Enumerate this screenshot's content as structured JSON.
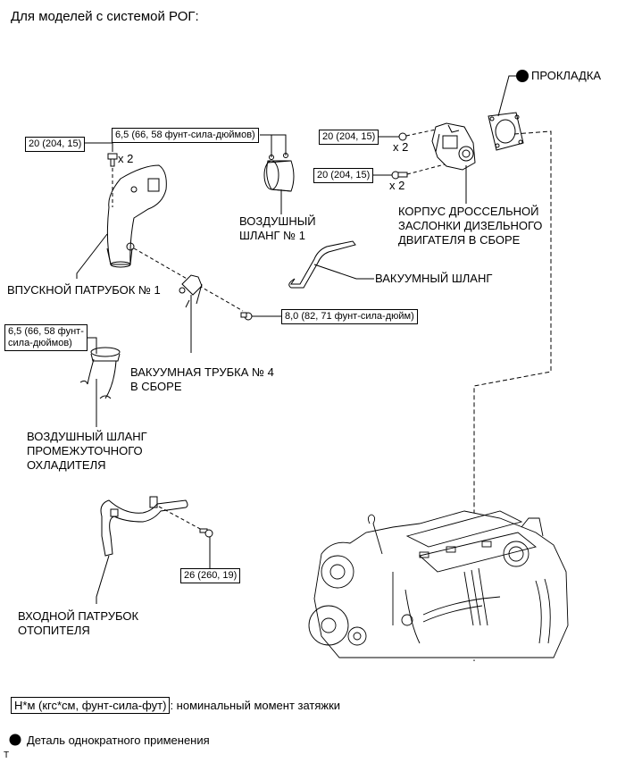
{
  "title": "Для моделей с системой РОГ:",
  "parts": {
    "gasket": "ПРОКЛАДКА",
    "throttle_body": [
      "КОРПУС ДРОССЕЛЬНОЙ",
      "ЗАСЛОНКИ ДИЗЕЛЬНОГО",
      "ДВИГАТЕЛЯ В СБОРЕ"
    ],
    "air_hose_1": [
      "ВОЗДУШНЫЙ",
      "ШЛАНГ № 1"
    ],
    "vacuum_hose": "ВАКУУМНЫЙ ШЛАНГ",
    "intake_pipe_1": "ВПУСКНОЙ ПАТРУБОК № 1",
    "vacuum_tube_4": [
      "ВАКУУМНАЯ ТРУБКА № 4",
      "В СБОРЕ"
    ],
    "intercooler_hose": [
      "ВОЗДУШНЫЙ ШЛАНГ",
      "ПРОМЕЖУТОЧНОГО",
      "ОХЛАДИТЕЛЯ"
    ],
    "heater_inlet": [
      "ВХОДНОЙ ПАТРУБОК",
      "ОТОПИТЕЛЯ"
    ]
  },
  "torques": {
    "intake_bolt": "20 (204, 15)",
    "air_hose_clamp": "6,5 (66, 58 фунт-сила-дюймов)",
    "throttle_nut": "20 (204, 15)",
    "throttle_bolt": "20 (204, 15)",
    "vacuum_tube_bolt": "8,0 (82, 71 фунт-сила-дюйм)",
    "intercooler_clamp": [
      "6,5 (66, 58 фунт-",
      "сила-дюймов)"
    ],
    "heater_bolt": "26 (260, 19)"
  },
  "counts": {
    "intake_bolt": "x 2",
    "throttle_nut": "x 2",
    "throttle_bolt": "x 2"
  },
  "legend": {
    "torque_unit": "Н*м (кгс*см, фунт-сила-фут)",
    "torque_desc": ": номинальный момент затяжки",
    "non_reusable": "Деталь однократного применения"
  },
  "footer_mark": "T"
}
